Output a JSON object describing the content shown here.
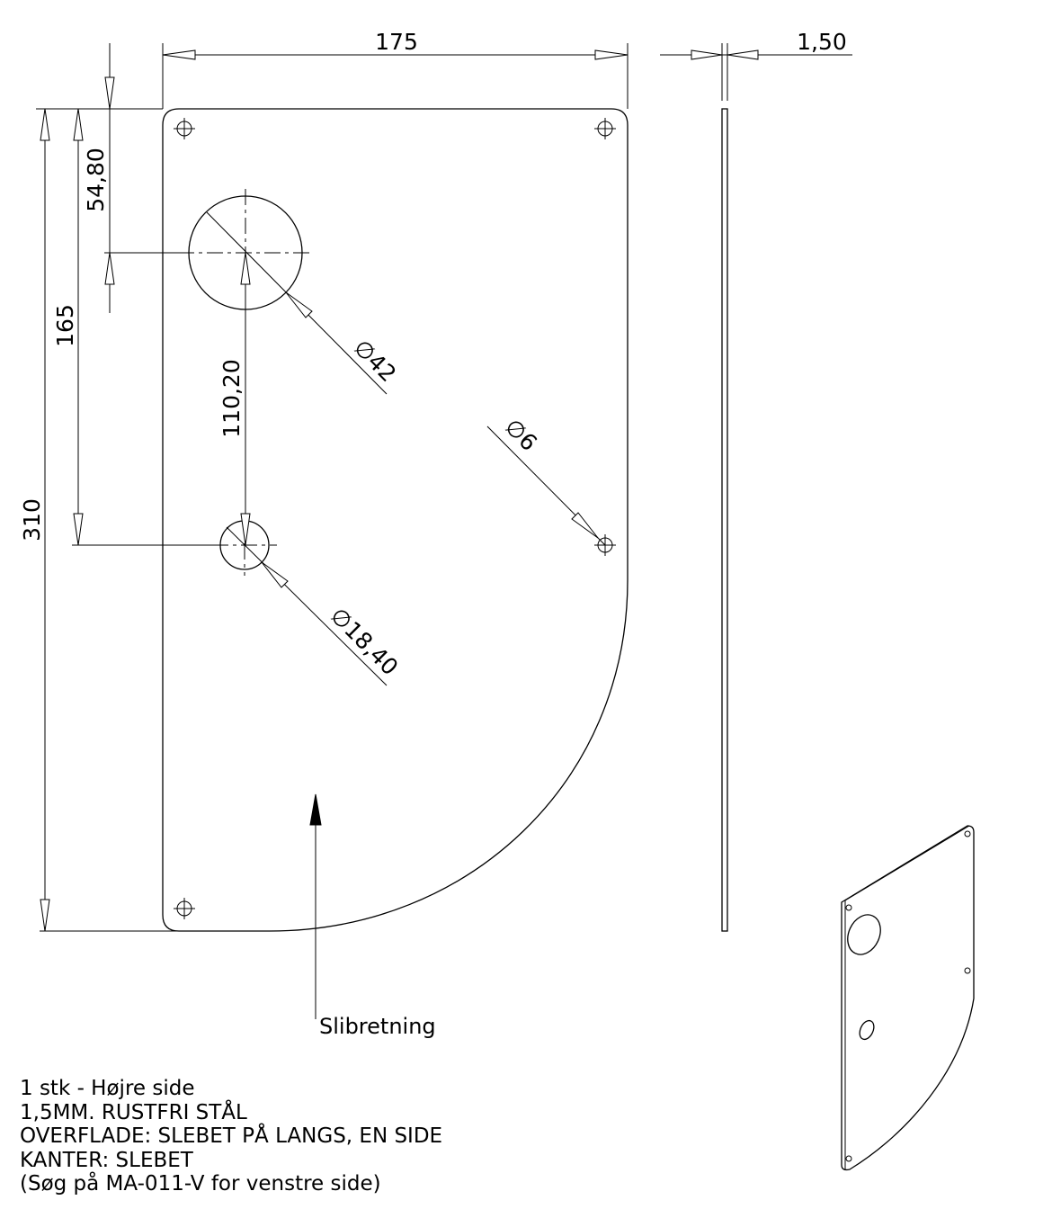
{
  "dimensions": {
    "width": "175",
    "thickness": "1,50",
    "height": "310",
    "hole_offset_top": "54,80",
    "hole_offset_lower": "165",
    "hole_spacing": "110,20",
    "dia_large": "42",
    "dia_small": "18,40",
    "dia_screw": "6",
    "dia_symbol": "∅"
  },
  "annotation": {
    "grain_direction": "Slibretning"
  },
  "notes": [
    "1 stk - Højre side",
    "1,5MM. RUSTFRI STÅL",
    "OVERFLADE: SLEBET PÅ LANGS, EN SIDE",
    "KANTER: SLEBET",
    "(Søg på MA-011-V for venstre side)"
  ]
}
